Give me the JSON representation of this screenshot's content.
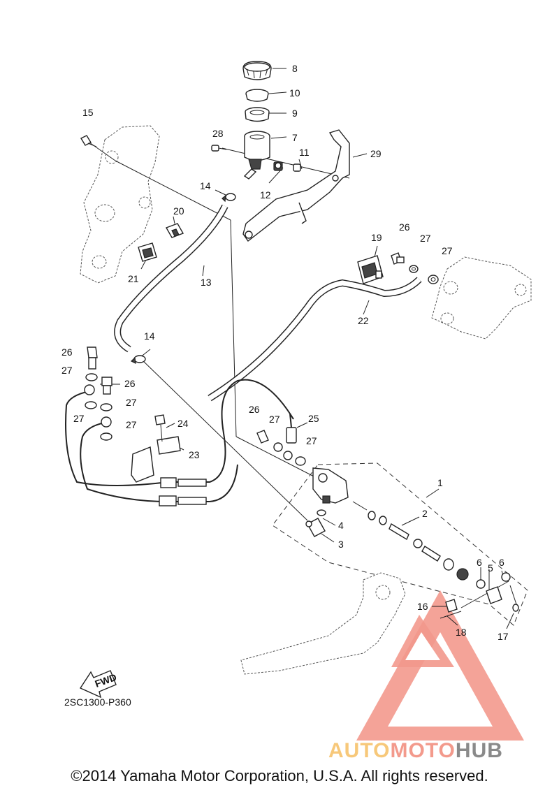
{
  "callouts": {
    "c1": "1",
    "c2": "2",
    "c3": "3",
    "c4": "4",
    "c5": "5",
    "c6a": "6",
    "c6b": "6",
    "c7": "7",
    "c8": "8",
    "c9": "9",
    "c10": "10",
    "c11": "11",
    "c12": "12",
    "c13": "13",
    "c14a": "14",
    "c14b": "14",
    "c15": "15",
    "c16": "16",
    "c17": "17",
    "c18": "18",
    "c19": "19",
    "c20": "20",
    "c21": "21",
    "c22": "22",
    "c23": "23",
    "c24": "24",
    "c25": "25",
    "c26a": "26",
    "c26b": "26",
    "c26c": "26",
    "c26d": "26",
    "c27a": "27",
    "c27b": "27",
    "c27c": "27",
    "c27d": "27",
    "c27e": "27",
    "c27f": "27",
    "c27g": "27",
    "c28": "28",
    "c29": "29"
  },
  "fwd_label": "FWD",
  "diagram_code": "2SC1300-P360",
  "copyright": "©2014 Yamaha Motor Corporation, U.S.A. All rights reserved.",
  "watermark": {
    "part1": "AUTO",
    "part2": "MOTO",
    "part3": "HUB"
  },
  "colors": {
    "watermark_triangle": "#f08070",
    "watermark_auto": "#f7c87a",
    "watermark_moto": "#f39a8c",
    "watermark_hub": "#8a8a8a"
  }
}
